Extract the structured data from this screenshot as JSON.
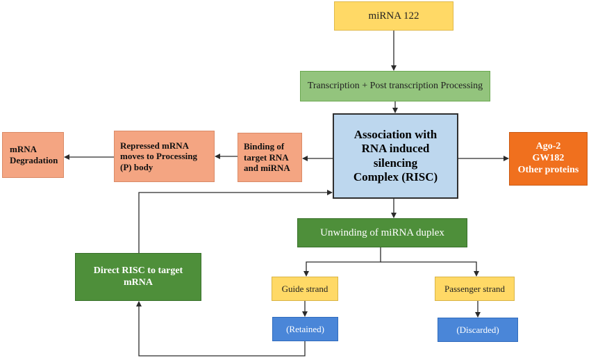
{
  "nodes": {
    "mirna": "miRNA 122",
    "transcription": "Transcription + Post transcription Processing",
    "risc": [
      "Association with",
      "RNA induced",
      "silencing",
      "Complex (RISC)"
    ],
    "binding": [
      "Binding of",
      "target RNA",
      "and miRNA"
    ],
    "repressed": [
      "Repressed mRNA",
      "moves to Processing",
      "(P) body"
    ],
    "degradation": [
      "mRNA",
      "Degradation"
    ],
    "ago": [
      "Ago-2",
      "GW182",
      "Other proteins"
    ],
    "unwinding": "Unwinding of miRNA duplex",
    "direct": [
      "Direct RISC to target",
      "mRNA"
    ],
    "guide": "Guide strand",
    "passenger": "Passenger strand",
    "retained": "(Retained)",
    "discarded": "(Discarded)"
  },
  "colors": {
    "yellow": "#ffd966",
    "light_green": "#93c47d",
    "dark_green": "#4e8f3a",
    "light_blue": "#bdd7ee",
    "salmon": "#f4a582",
    "orange": "#f0701e",
    "mid_blue": "#4a86d8",
    "connector": "#2b2b2b"
  }
}
